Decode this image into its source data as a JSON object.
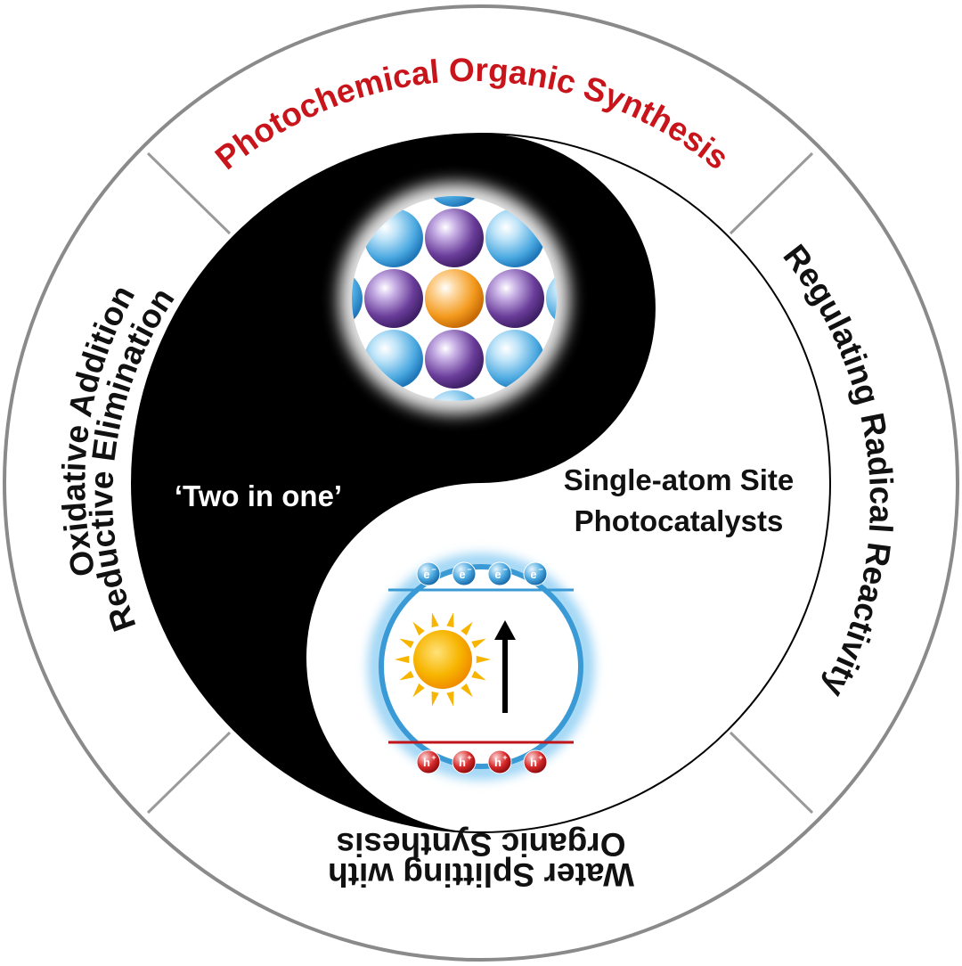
{
  "ring": {
    "top": "Photochemical Organic Synthesis",
    "right": "Regulating Radical Reactivity",
    "bottom_line1": "Water Splitting with",
    "bottom_line2": "Organic Synthesis",
    "left_line1": "Oxidative Addition",
    "left_line2": "Reductive Elimination"
  },
  "center": {
    "left_label": "‘Two in one’",
    "right_label_line1": "Single-atom Site",
    "right_label_line2": "Photocatalysts"
  },
  "band_diagram": {
    "electron": "e",
    "electron_charge": "−",
    "hole": "h",
    "hole_charge": "+"
  },
  "colors": {
    "accent_red": "#c8151b",
    "ring_stroke": "#8a8a8a",
    "electron_blue": "#3a9ad6",
    "hole_red": "#c0141a",
    "atom_blue": "#5fb4e6",
    "atom_purple": "#6a3d9a",
    "atom_orange": "#f39a1e",
    "sun_yellow": "#f7b500"
  }
}
